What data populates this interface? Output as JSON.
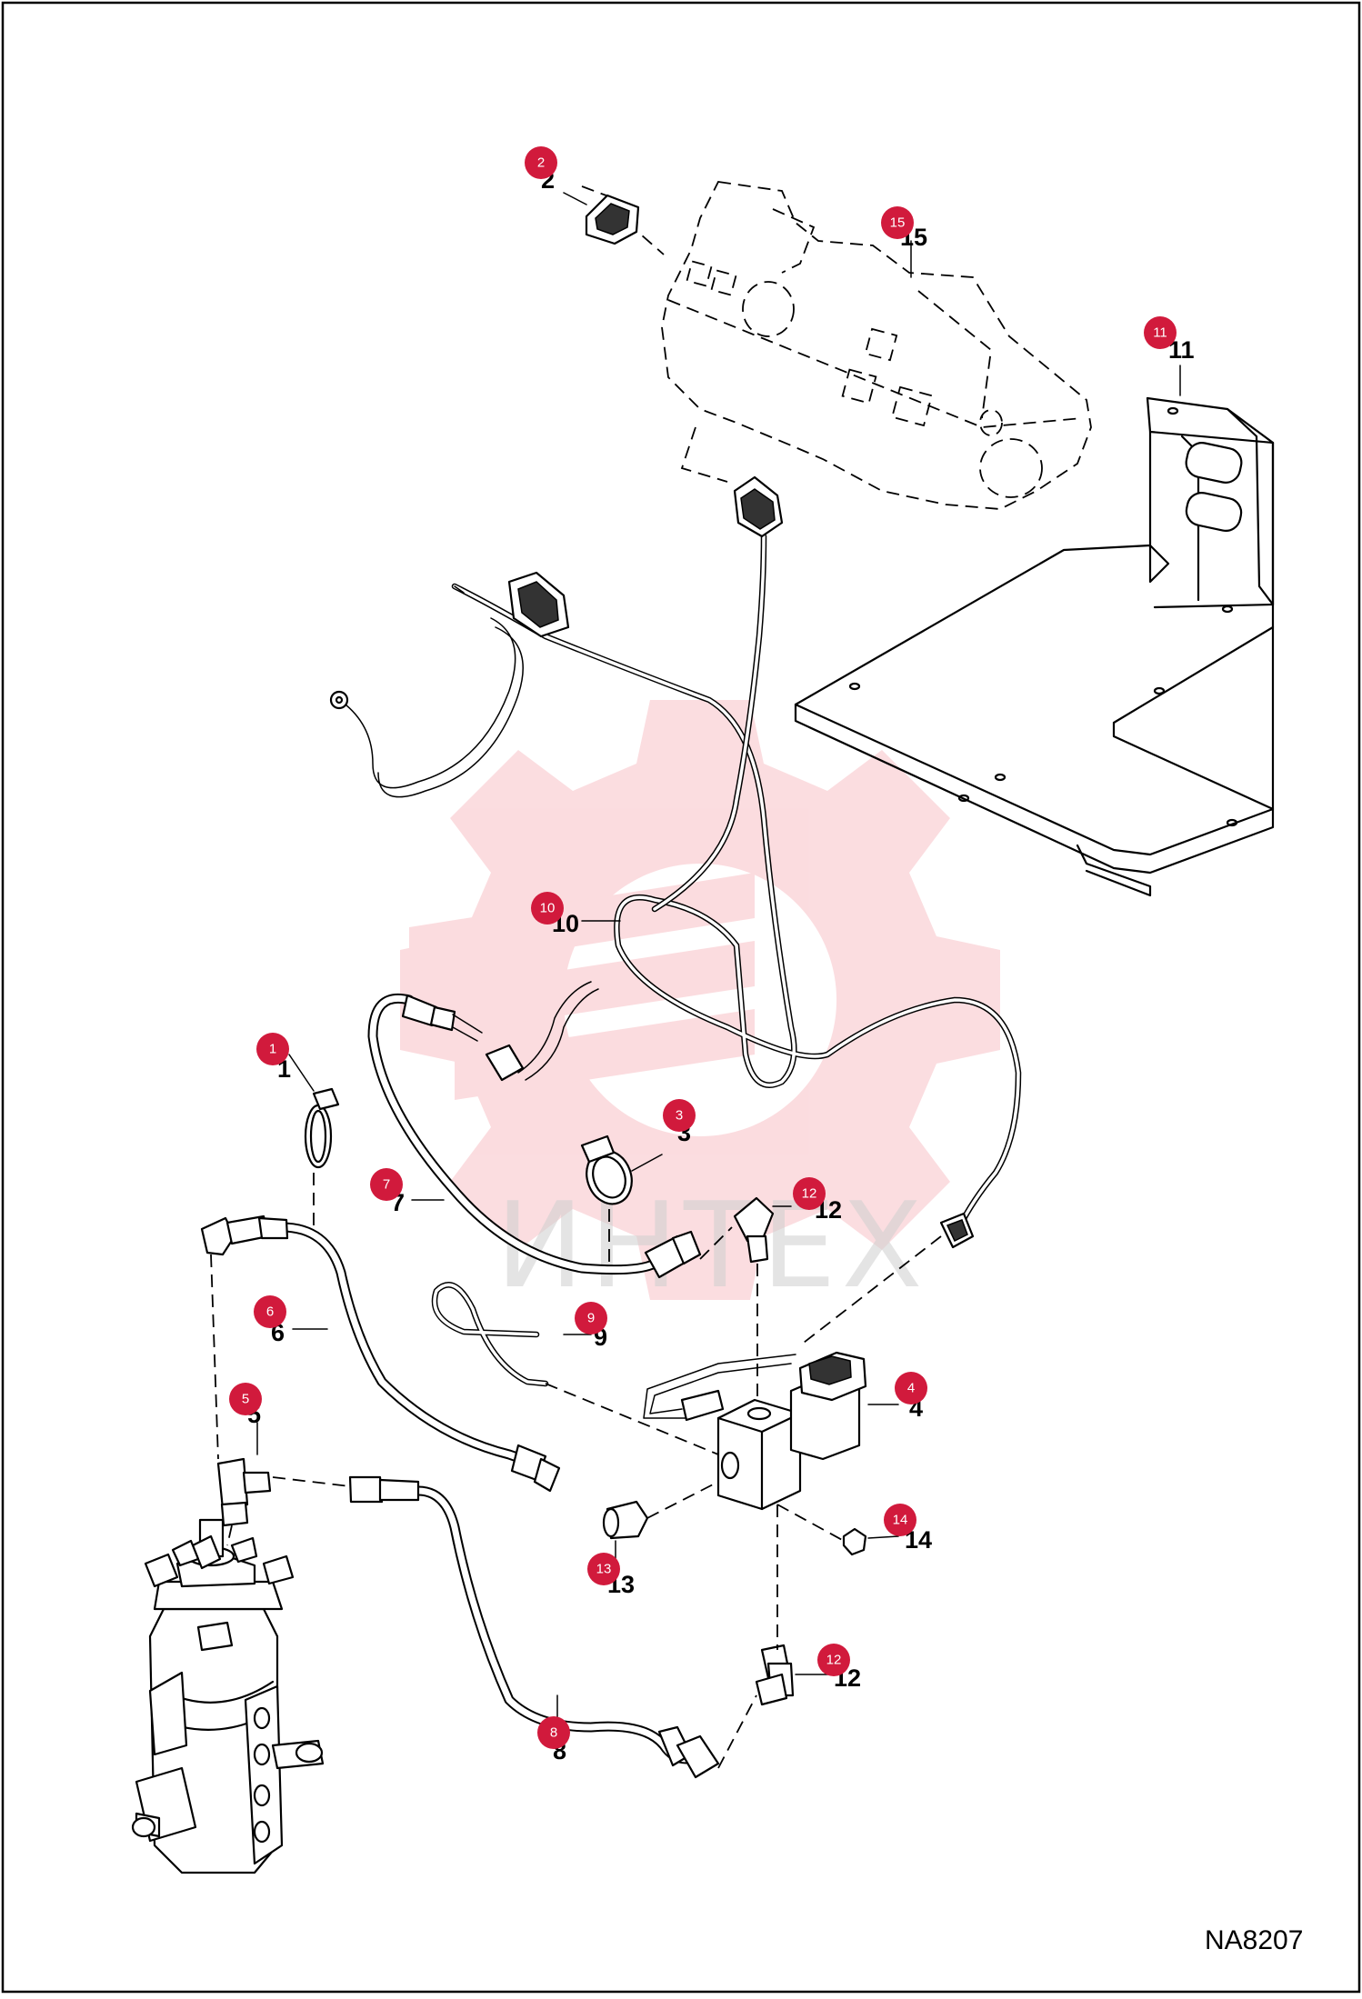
{
  "diagram": {
    "code": "NA8207",
    "watermark_text": "ИНТЕХ",
    "callouts": [
      {
        "id": "1",
        "label": "1",
        "badge": "1"
      },
      {
        "id": "2",
        "label": "2",
        "badge": "2"
      },
      {
        "id": "3",
        "label": "3",
        "badge": "3"
      },
      {
        "id": "4",
        "label": "4",
        "badge": "4"
      },
      {
        "id": "5",
        "label": "5",
        "badge": "5"
      },
      {
        "id": "6",
        "label": "6",
        "badge": "6"
      },
      {
        "id": "7",
        "label": "7",
        "badge": "7"
      },
      {
        "id": "8",
        "label": "8",
        "badge": "8"
      },
      {
        "id": "9",
        "label": "9",
        "badge": "9"
      },
      {
        "id": "10",
        "label": "10",
        "badge": "10"
      },
      {
        "id": "11",
        "label": "11",
        "badge": "11"
      },
      {
        "id": "12a",
        "label": "12",
        "badge": "12"
      },
      {
        "id": "12b",
        "label": "12",
        "badge": "12"
      },
      {
        "id": "13",
        "label": "13",
        "badge": "13"
      },
      {
        "id": "14",
        "label": "14",
        "badge": "14"
      },
      {
        "id": "15",
        "label": "15",
        "badge": "15"
      }
    ]
  }
}
